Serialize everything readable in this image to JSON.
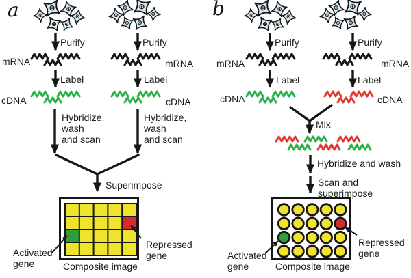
{
  "colors": {
    "ink": "#161616",
    "cell_fill": "#d7e9f1",
    "sq_green": "#2bb04a",
    "sq_red": "#e23a31",
    "grid_yellow": "#f0e32e",
    "gene_green": "#2e9e3d",
    "gene_red": "#d62a2c"
  },
  "panel_a": {
    "letter": "a",
    "purify": "Purify",
    "mrna": "mRNA",
    "label_step": "Label",
    "cdna": "cDNA",
    "hybridize_wash_scan": "Hybridize,\nwash\nand scan",
    "superimpose": "Superimpose",
    "activated_gene": "Activated\ngene",
    "repressed_gene": "Repressed\ngene",
    "composite_image": "Composite image",
    "grid": {
      "shape": "square",
      "rows": 4,
      "cols": 5,
      "activated_cell": {
        "row": 3,
        "col": 1
      },
      "repressed_cell": {
        "row": 2,
        "col": 5
      }
    }
  },
  "panel_b": {
    "letter": "b",
    "purify": "Purify",
    "mrna": "mRNA",
    "label_step": "Label",
    "cdna": "cDNA",
    "mix": "Mix",
    "hybridize_and_wash": "Hybridize and wash",
    "scan_and_superimpose": "Scan and superimpose",
    "activated_gene": "Activated\ngene",
    "repressed_gene": "Repressed\ngene",
    "composite_image": "Composite image",
    "grid": {
      "shape": "circle",
      "rows": 4,
      "cols": 5,
      "activated_cell": {
        "row": 3,
        "col": 1
      },
      "repressed_cell": {
        "row": 2,
        "col": 5
      }
    }
  }
}
